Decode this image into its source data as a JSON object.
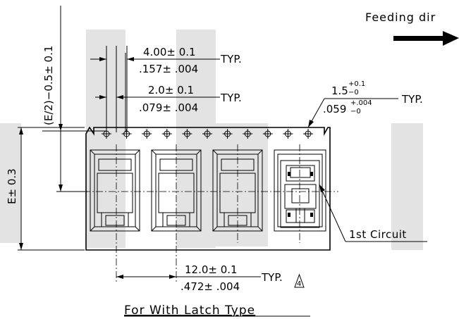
{
  "feeding": {
    "label": "Feeding dir"
  },
  "dims": {
    "pitch_mm": "4.00± 0.1",
    "pitch_in": ".157± .004",
    "half_mm": "2.0± 0.1",
    "half_in": ".079± .004",
    "hole_mm": "1.5",
    "hole_mm_tol": "+0.1",
    "hole_mm_tol2": "−0",
    "hole_in": ".059",
    "hole_in_tol": "+.004",
    "hole_in_tol2": "−0",
    "pocket_mm": "12.0± 0.1",
    "pocket_in": ".472± .004",
    "typ": "TYP.",
    "offset": "(E/2)−0.5± 0.1",
    "width": "E± 0.3",
    "note_number": "4"
  },
  "circuit_label": "1st Circuit",
  "caption": "For With Latch Type"
}
